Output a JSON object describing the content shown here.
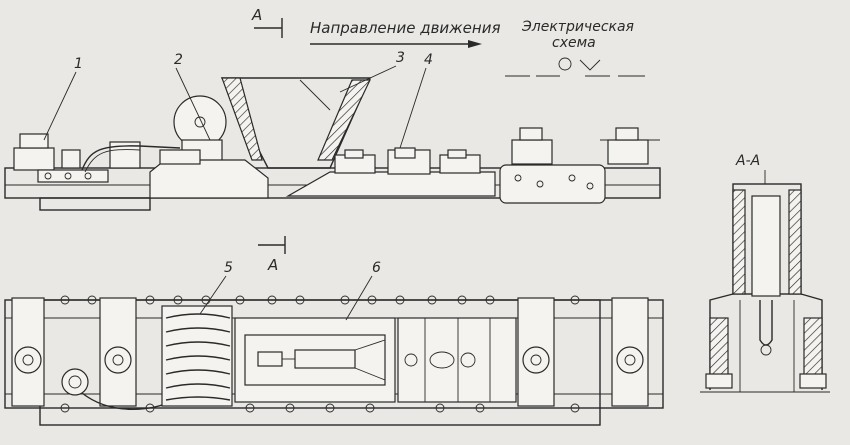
{
  "labels": {
    "section_mark": "A",
    "section_title": "A-A",
    "direction": "Направление движения",
    "scheme_line1": "Электрическая",
    "scheme_line2": "схема",
    "callouts": [
      "1",
      "2",
      "3",
      "4",
      "5",
      "6"
    ]
  }
}
